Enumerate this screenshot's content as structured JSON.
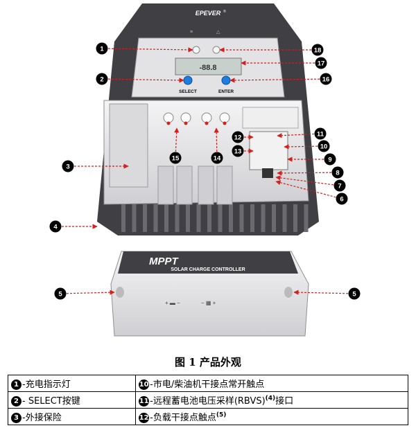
{
  "figure": {
    "brand": "EPEVER",
    "brand_mark": "®",
    "screen_text": "-88.8",
    "buttons": {
      "select": "SELECT",
      "enter": "ENTER"
    },
    "cover_title": "MPPT",
    "cover_subtitle": "SOLAR CHARGE CONTROLLER",
    "callouts": [
      "1",
      "2",
      "3",
      "4",
      "5",
      "6",
      "7",
      "8",
      "9",
      "10",
      "11",
      "12",
      "13",
      "14",
      "15",
      "16",
      "17",
      "18"
    ]
  },
  "caption": "图 1  产品外观",
  "legend": [
    {
      "left_num": "1",
      "left_text": "-充电指示灯",
      "right_num": "10",
      "right_text": "-市电/柴油机干接点常开触点",
      "right_sup": ""
    },
    {
      "left_num": "2",
      "left_text": "- SELECT按键",
      "right_num": "11",
      "right_text": "-远程蓄电池电压采样(RBVS)",
      "right_sup": "(4)",
      "right_tail": "接口"
    },
    {
      "left_num": "3",
      "left_text": "-外接保险",
      "right_num": "12",
      "right_text": "-负载干接点触点",
      "right_sup": "(5)"
    }
  ],
  "colors": {
    "callout_red": "#d41f1f",
    "button_blue": "#1e7ee0",
    "case_dark": "#3f3f44",
    "case_light": "#e9e9eb"
  }
}
